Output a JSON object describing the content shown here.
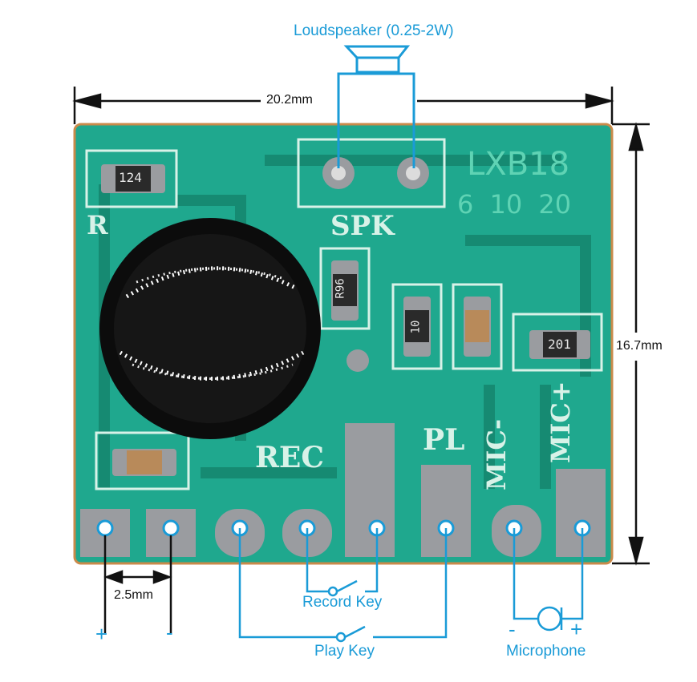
{
  "labels": {
    "loudspeaker": "Loudspeaker (0.25-2W)",
    "width": "20.2mm",
    "height": "16.7mm",
    "pitch": "2.5mm",
    "plus": "+",
    "minus": "-",
    "record_key": "Record Key",
    "play_key": "Play Key",
    "mic_minus": "-",
    "mic_plus": "+",
    "microphone": "Microphone"
  },
  "board": {
    "model": "LXB18",
    "variants": "6 10 20",
    "spk": "SPK",
    "rec": "REC",
    "pl": "PL",
    "mic_minus": "MIC-",
    "mic_plus": "MIC+",
    "r": "R",
    "resistor_1": "124",
    "resistor_2": "R96",
    "resistor_3": "10",
    "resistor_4": "201"
  },
  "colors": {
    "pcb": "#1fa88e",
    "pcb_dark": "#168a72",
    "pad": "#9a9ca0",
    "blue": "#1a9bd7",
    "chip": "#0c0c0c"
  }
}
